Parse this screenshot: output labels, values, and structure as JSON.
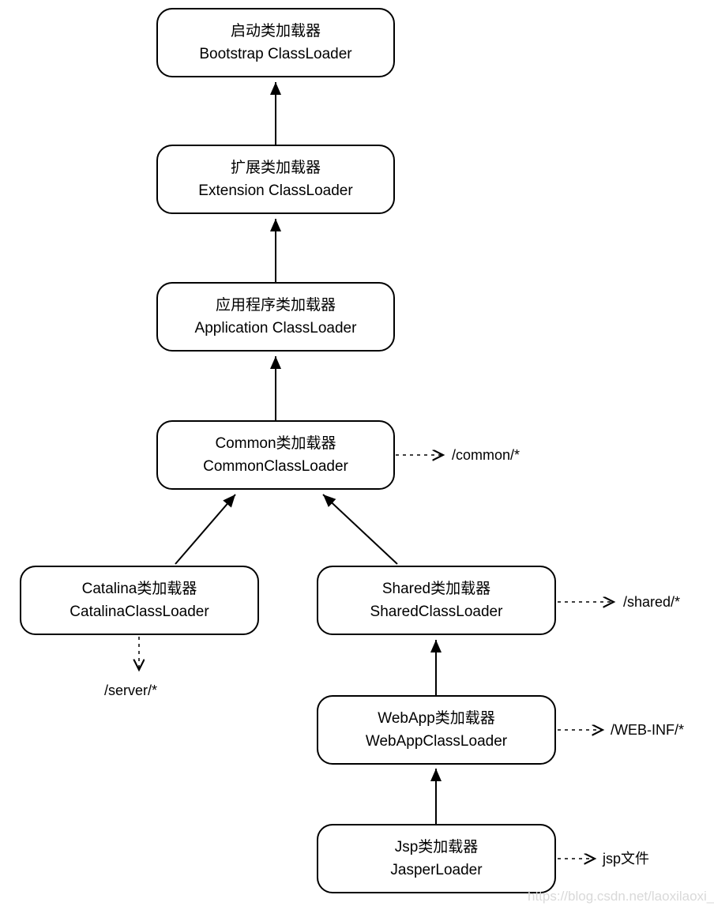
{
  "diagram": {
    "name": "Tomcat class loader hierarchy",
    "watermark": "https://blog.csdn.net/laoxilaoxi_",
    "colors": {
      "background": "#ffffff",
      "box_fill": "#ffffff",
      "box_border": "#000000",
      "line": "#000000",
      "text": "#000000",
      "watermark": "#d9d9d9"
    }
  },
  "boxes": [
    {
      "id": "bootstrap",
      "line1": "启动类加载器",
      "line2": "Bootstrap ClassLoader"
    },
    {
      "id": "extension",
      "line1": "扩展类加载器",
      "line2": "Extension ClassLoader"
    },
    {
      "id": "application",
      "line1": "应用程序类加载器",
      "line2": "Application ClassLoader"
    },
    {
      "id": "common",
      "line1": "Common类加载器",
      "line2": "CommonClassLoader"
    },
    {
      "id": "catalina",
      "line1": "Catalina类加载器",
      "line2": "CatalinaClassLoader"
    },
    {
      "id": "shared",
      "line1": "Shared类加载器",
      "line2": "SharedClassLoader"
    },
    {
      "id": "webapp",
      "line1": "WebApp类加载器",
      "line2": "WebAppClassLoader"
    },
    {
      "id": "jsp",
      "line1": "Jsp类加载器",
      "line2": "JasperLoader"
    }
  ],
  "labels": {
    "common_path": "/common/*",
    "server_path": "/server/*",
    "shared_path": "/shared/*",
    "webinf_path": "/WEB-INF/*",
    "jsp_path": "jsp文件"
  }
}
